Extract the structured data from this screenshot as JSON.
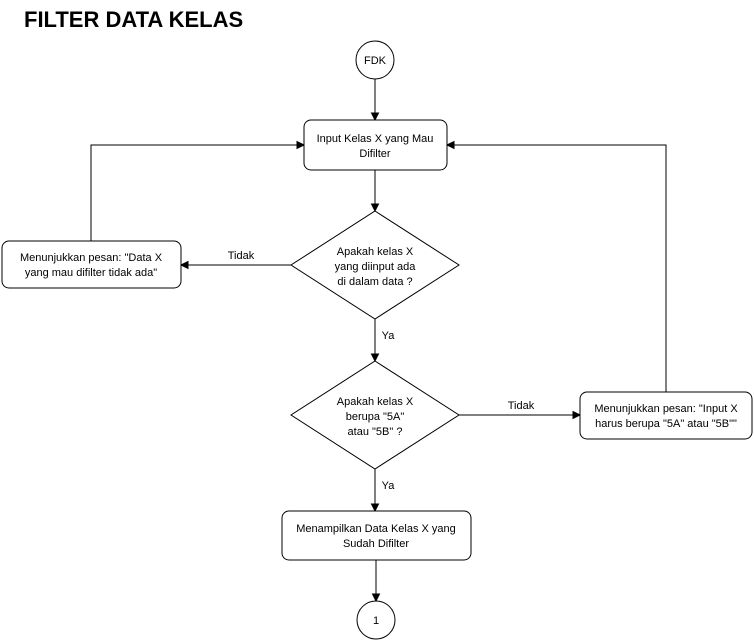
{
  "title": "FILTER DATA KELAS",
  "nodes": {
    "start": "FDK",
    "input": [
      "Input Kelas X yang Mau",
      "Difilter"
    ],
    "check_exists": [
      "Apakah kelas X",
      "yang diinput ada",
      "di dalam data ?"
    ],
    "msg_not_found": [
      "Menunjukkan pesan: \"Data X",
      "yang mau difilter tidak ada\""
    ],
    "check_format": [
      "Apakah kelas X",
      "berupa \"5A\"",
      "atau \"5B\" ?"
    ],
    "msg_format": [
      "Menunjukkan pesan: \"Input X",
      "harus berupa \"5A\" atau \"5B\"\""
    ],
    "show": [
      "Menampilkan Data Kelas X yang",
      "Sudah Difilter"
    ],
    "connector": "1"
  },
  "edges": {
    "no_exists": "Tidak",
    "yes_exists": "Ya",
    "no_format": "Tidak",
    "yes_format": "Ya"
  }
}
